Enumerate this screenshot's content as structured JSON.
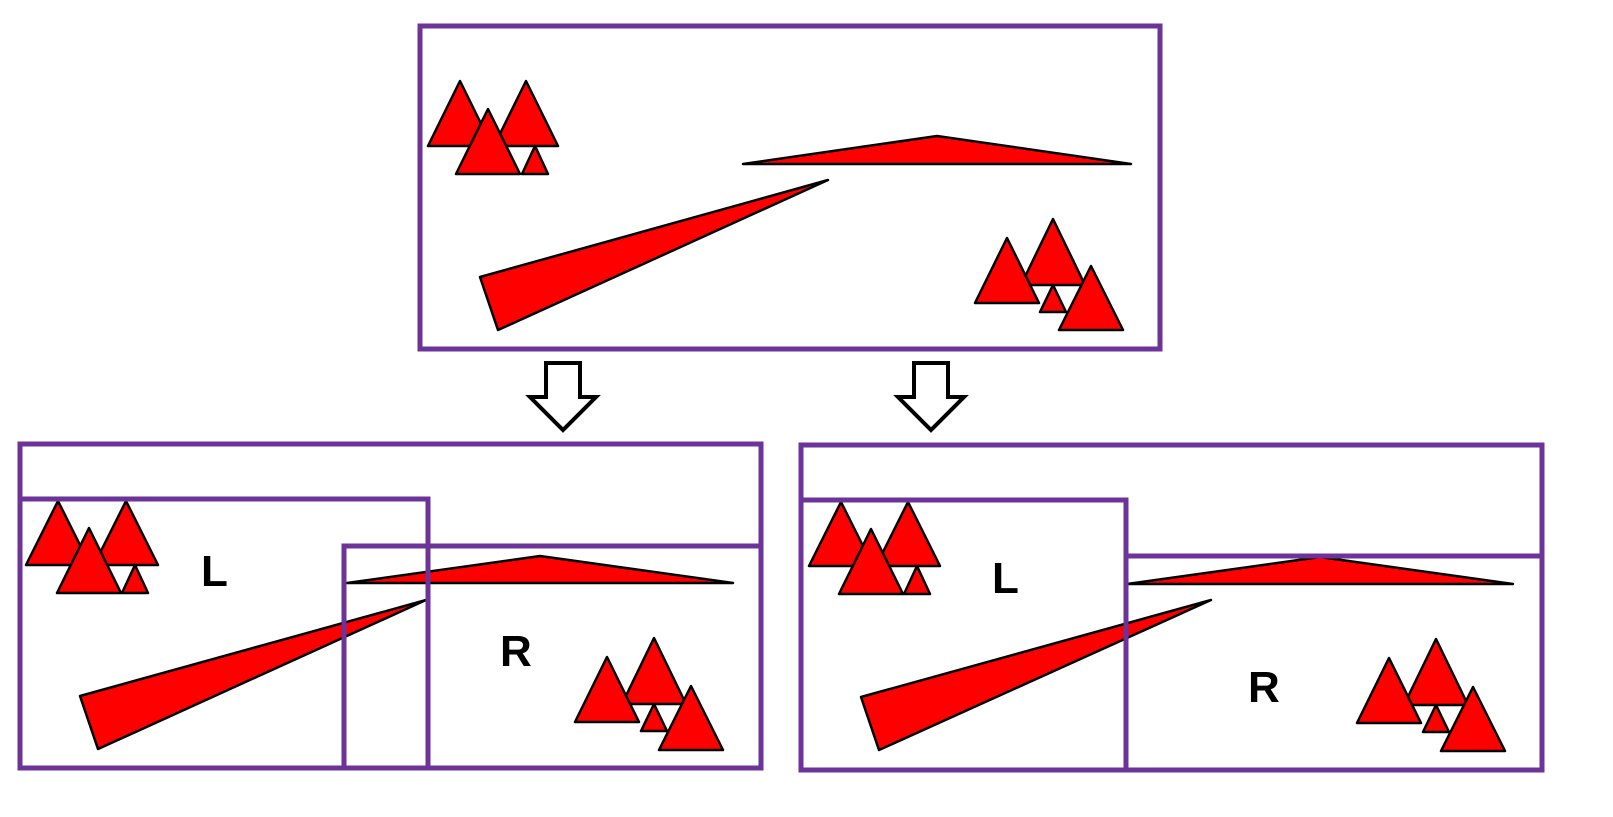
{
  "colors": {
    "frame": "#6c3399",
    "shape_fill": "#ff0000",
    "outline": "#000000",
    "background": "#ffffff"
  },
  "labels": {
    "left_split_left": "L",
    "left_split_right": "R",
    "right_split_left": "L",
    "right_split_right": "R"
  }
}
